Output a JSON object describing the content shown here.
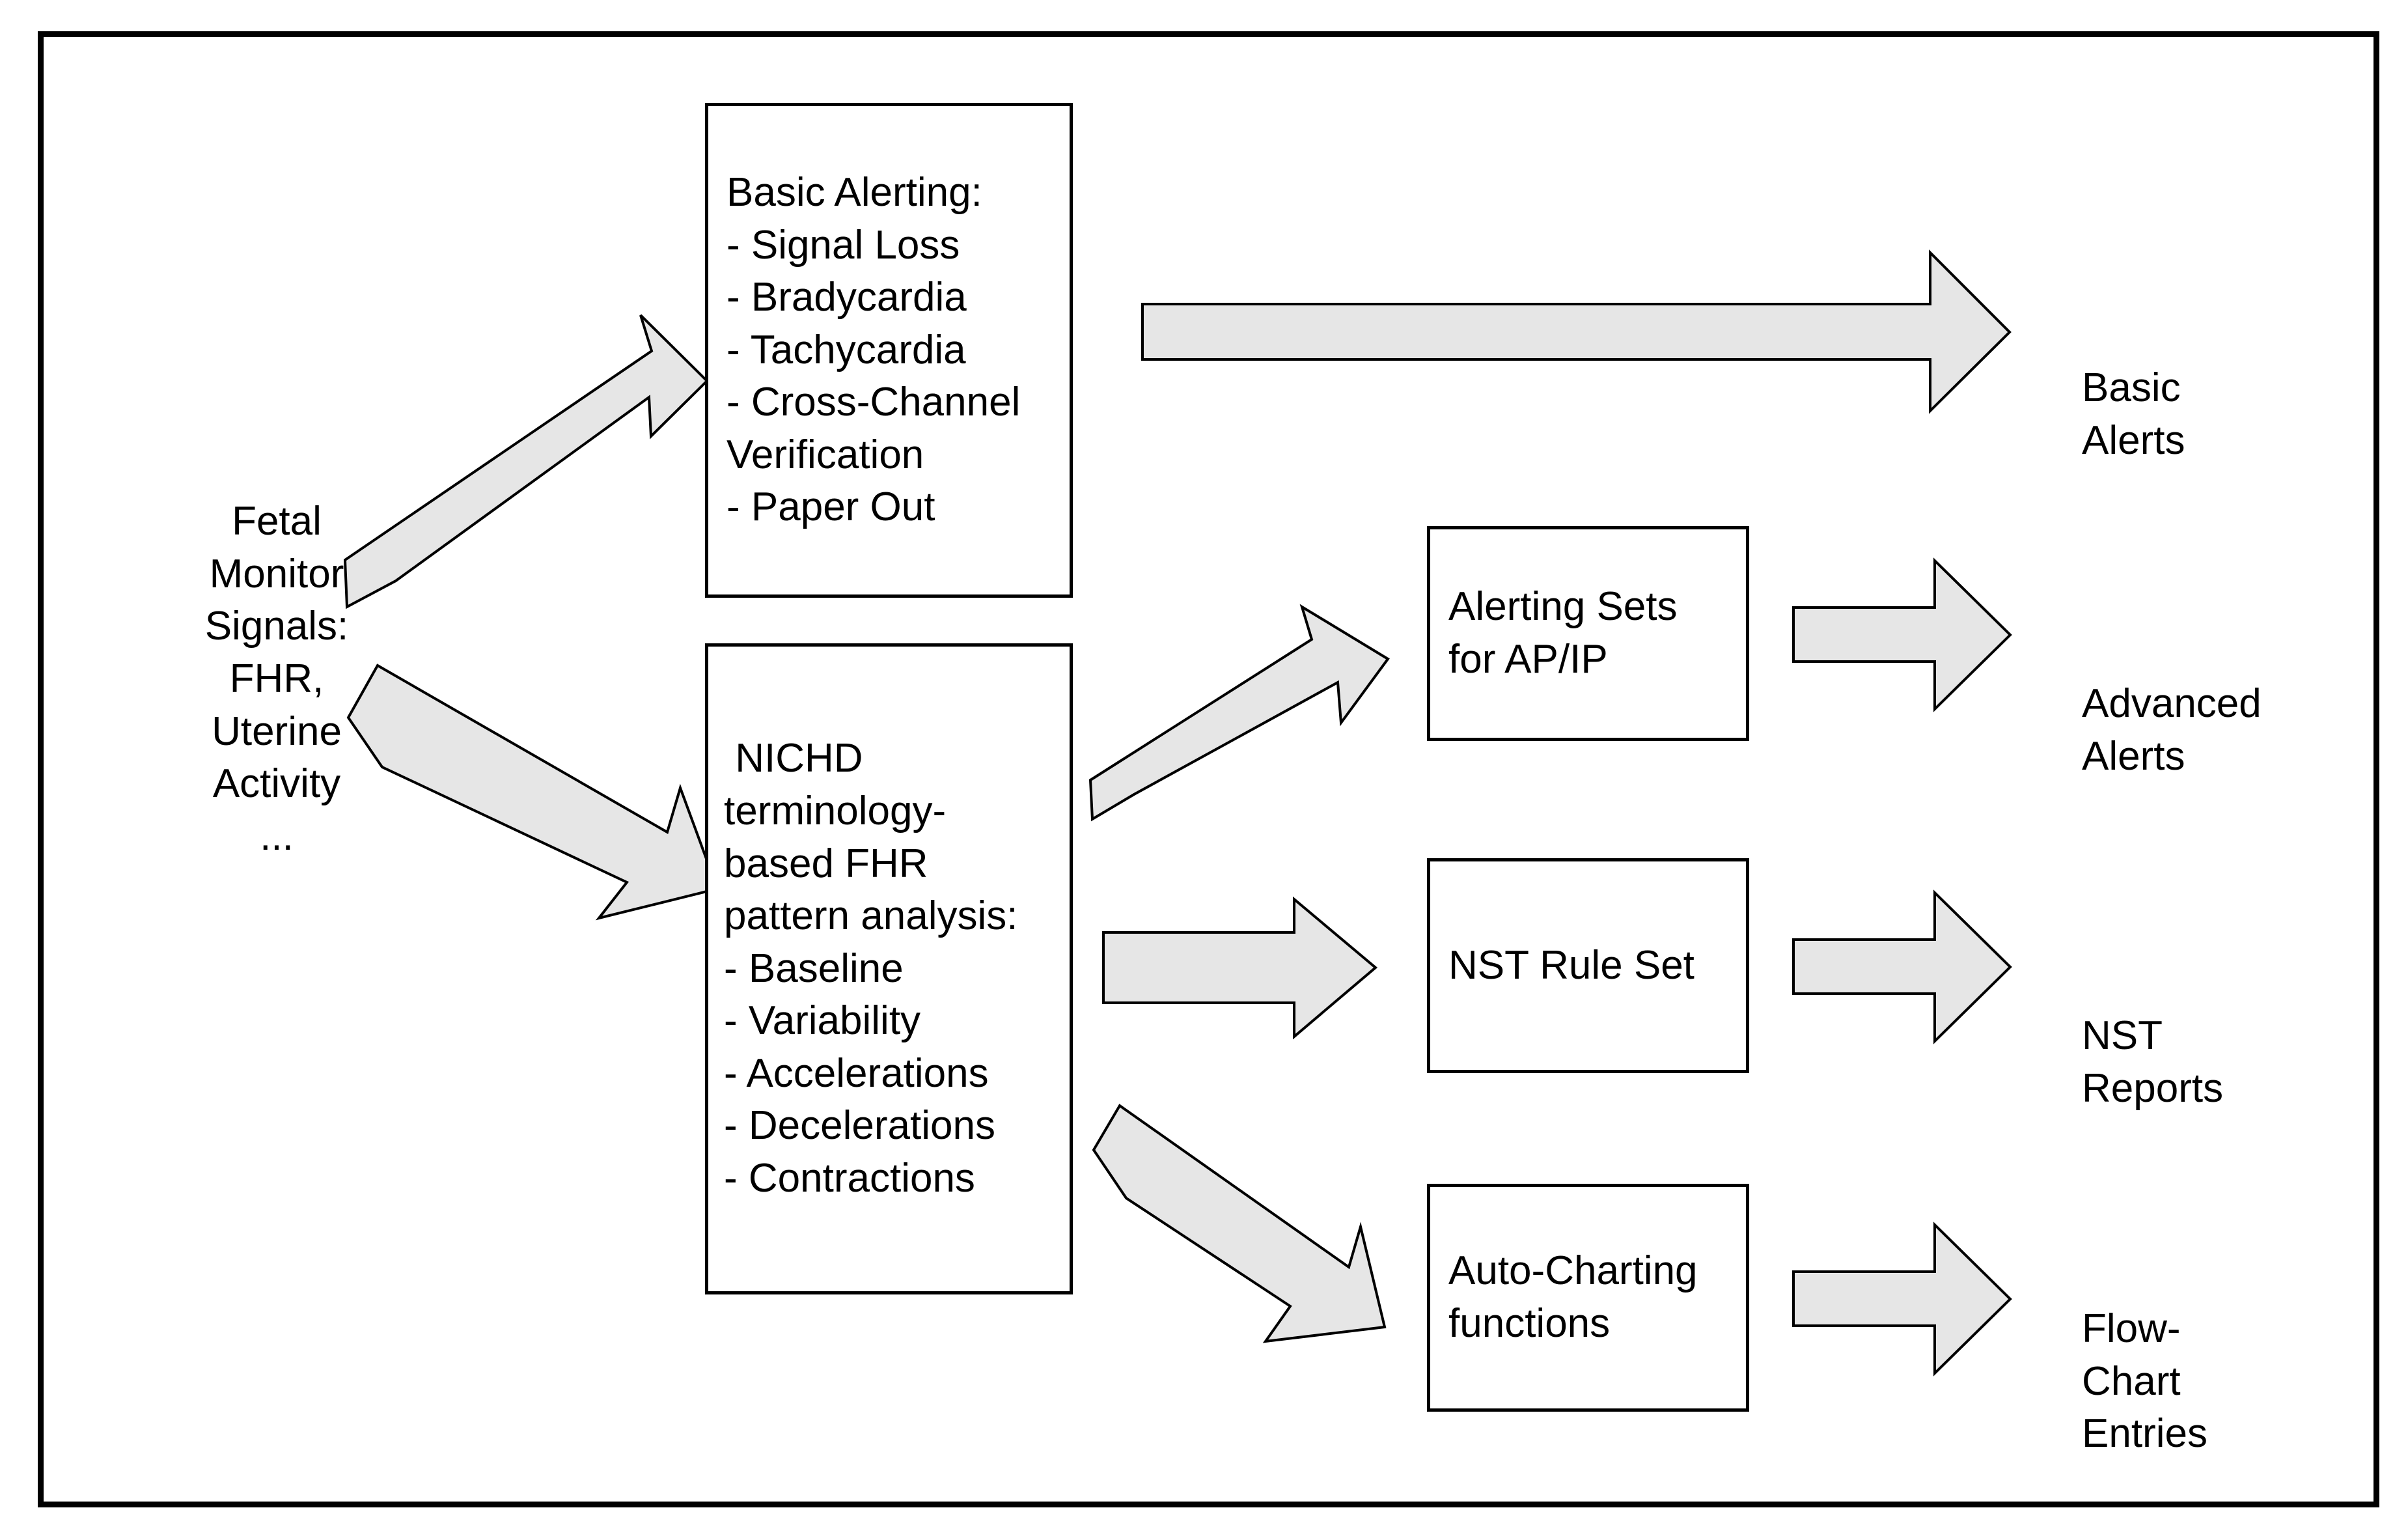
{
  "diagram": {
    "title": "Fetal Monitor Signal Processing Flow",
    "fill_color": "#e6e6e6",
    "stroke_color": "#000000",
    "background_color": "#ffffff"
  },
  "source": {
    "label": "Fetal\nMonitor\nSignals:\nFHR,\nUterine\nActivity\n..."
  },
  "boxes": {
    "basic_alerting": {
      "label": "Basic Alerting:\n- Signal Loss\n- Bradycardia\n- Tachycardia\n- Cross-Channel\nVerification\n- Paper Out"
    },
    "nichd": {
      "label": " NICHD\nterminology-\nbased FHR\npattern analysis:\n- Baseline\n- Variability\n- Accelerations\n- Decelerations\n- Contractions"
    },
    "alerting_sets": {
      "label": "Alerting Sets\nfor AP/IP"
    },
    "nst_rule_set": {
      "label": "NST Rule Set"
    },
    "auto_charting": {
      "label": "Auto-Charting\nfunctions"
    }
  },
  "outputs": {
    "basic_alerts": {
      "label": "Basic\nAlerts"
    },
    "advanced_alerts": {
      "label": "Advanced\nAlerts"
    },
    "nst_reports": {
      "label": "NST\nReports"
    },
    "flow_chart_entries": {
      "label": "Flow-\nChart\nEntries"
    }
  },
  "arrows": [
    {
      "name": "signals-to-basic-alerting",
      "kind": "diagonal-up"
    },
    {
      "name": "signals-to-nichd",
      "kind": "diagonal-down"
    },
    {
      "name": "basic-alerting-to-basic-alerts",
      "kind": "horizontal"
    },
    {
      "name": "nichd-to-alerting-sets",
      "kind": "diagonal-up"
    },
    {
      "name": "nichd-to-nst-rule-set",
      "kind": "horizontal"
    },
    {
      "name": "nichd-to-auto-charting",
      "kind": "diagonal-down"
    },
    {
      "name": "alerting-sets-to-advanced-alerts",
      "kind": "horizontal"
    },
    {
      "name": "nst-rule-set-to-nst-reports",
      "kind": "horizontal"
    },
    {
      "name": "auto-charting-to-flow-chart-entries",
      "kind": "horizontal"
    }
  ]
}
